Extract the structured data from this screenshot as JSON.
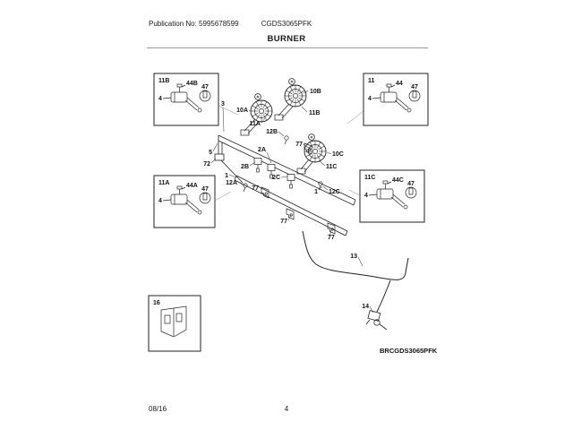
{
  "page": {
    "publication_no": "Publication No: 5995678599",
    "model_number": "CGDS3065PFK",
    "section_title": "BURNER",
    "diagram_code": "BRCGDS3065PFK",
    "footer_date": "08/16",
    "footer_page_number": "4"
  },
  "insets": {
    "box_11B": {
      "label": "11B",
      "screw": "44B",
      "ignitor": "47",
      "valve": "4"
    },
    "box_11": {
      "label": "11",
      "screw": "44",
      "ignitor": "47",
      "valve": "4"
    },
    "box_11A": {
      "label": "11A",
      "screw": "44A",
      "ignitor": "47",
      "valve": "4"
    },
    "box_11C": {
      "label": "11C",
      "screw": "44C",
      "ignitor": "47",
      "valve": "4"
    },
    "box_16": {
      "label": "16"
    }
  },
  "callouts": {
    "burner_a": "10A",
    "burner_b": "10B",
    "burner_c": "10C",
    "burner_base_a": "11A",
    "burner_base_b": "11B",
    "burner_base_c": "11C",
    "orifice_a": "12A",
    "orifice_b": "12B",
    "orifice_c": "12C",
    "valve_a": "2A",
    "valve_b": "2B",
    "valve_c": "2C",
    "manifold_pipe": "1",
    "manifold": "3",
    "fitting_5": "5",
    "fitting_72": "72",
    "bracket_77": "77",
    "supply_tube": "13",
    "pressure_regulator": "14"
  }
}
